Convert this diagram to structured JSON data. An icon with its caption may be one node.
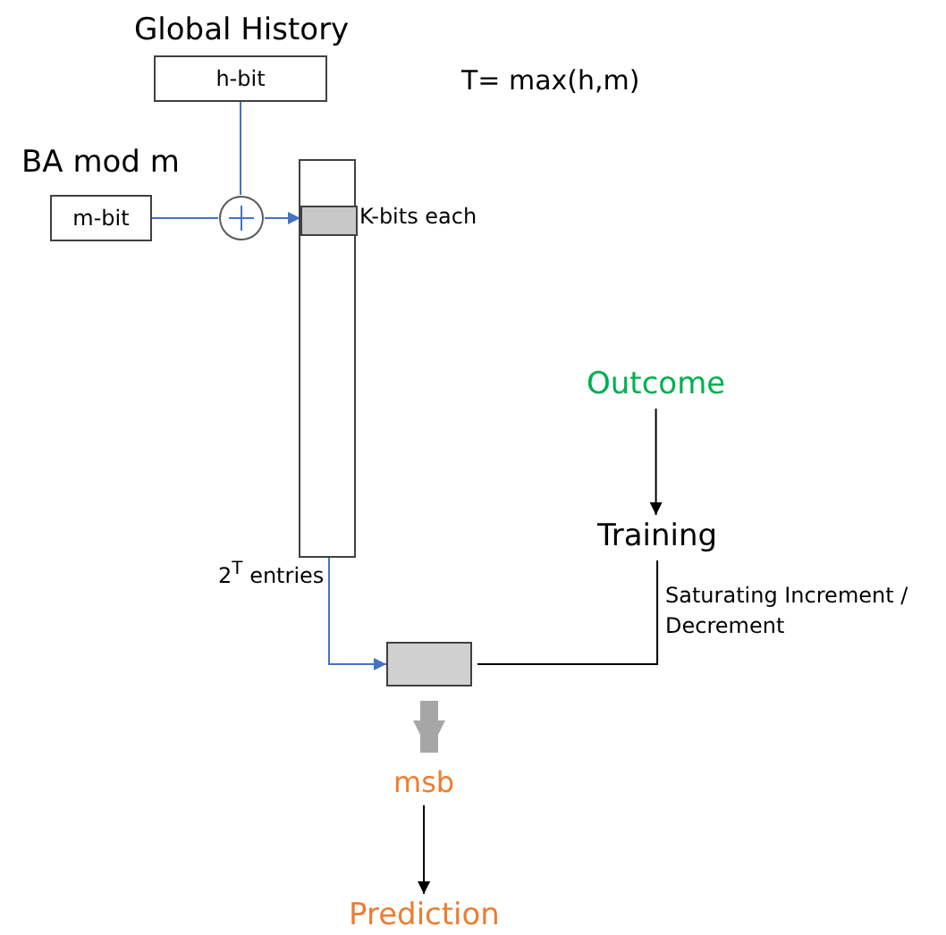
{
  "diagram": {
    "nodes": [
      {
        "text": [
          "Global History",
          "h-bit"
        ]
      },
      {
        "text": [
          "BA mod m",
          "m-bit"
        ]
      },
      {
        "text": [],
        "shape": "circle"
      },
      {
        "text": [],
        "shape": "bar",
        "beside": [
          "2$^{T}$ entries"
        ]
      },
      {
        "text": [],
        "shape": "box",
        "in": 3,
        "beside": [
          "K-bits each"
        ]
      },
      {
        "text": [],
        "shape": "box"
      },
      {
        "text": [
          "msb"
        ]
      },
      {
        "text": [
          "Prediction"
        ]
      },
      {
        "text": [
          "Outcome"
        ]
      },
      {
        "text": [
          "Training"
        ]
      }
    ],
    "edges": [
      {
        "from": 0,
        "to": 2,
        "arrow": "none"
      },
      {
        "from": 1,
        "to": 2,
        "arrow": "none"
      },
      {
        "from": 2,
        "to": 4,
        "arrow": "to"
      },
      {
        "from": 4,
        "to": 5,
        "arrow": "to"
      },
      {
        "from": 5,
        "to": 6,
        "arrow": "to",
        "style": "thick",
        "color": "#a6a6a6"
      },
      {
        "from": 6,
        "to": 7,
        "arrow": "to",
        "color": "#000000"
      },
      {
        "from": 8,
        "to": 9,
        "arrow": "to",
        "color": "#000000"
      },
      {
        "from": 9,
        "to": 5,
        "arrow": "none",
        "label": "Saturating Increment / Decrement",
        "color": "#000000"
      }
    ],
    "labels": [
      "T= max(h,m)"
    ]
  }
}
